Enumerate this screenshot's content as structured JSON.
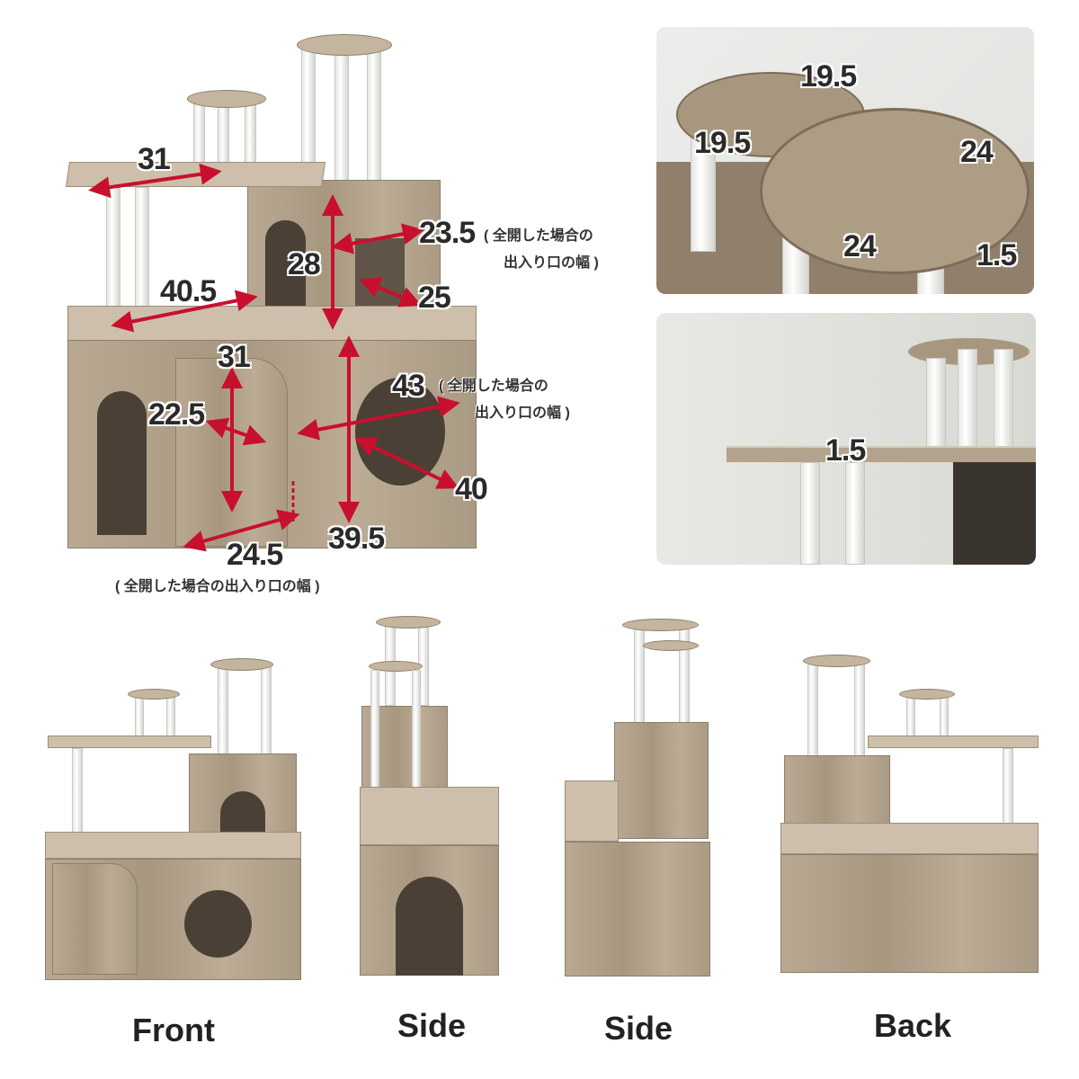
{
  "main_diagram": {
    "dims": {
      "shelf_width": "31",
      "base_depth": "40.5",
      "box_height": "28",
      "box_opening_width": "23.5",
      "box_opening_height": "25",
      "left_door_height": "31",
      "left_opening_width": "22.5",
      "right_door_height": "43",
      "right_hole": "40",
      "right_door_width": "39.5",
      "left_door_width": "24.5"
    },
    "note_full_open_1a": "( 全開した場合の",
    "note_full_open_1b": "出入り口の幅 )",
    "note_full_open_2a": "( 全開した場合の",
    "note_full_open_2b": "出入り口の幅 )",
    "note_full_open_3": "( 全開した場合の出入り口の幅 )"
  },
  "photo_top": {
    "small_w": "19.5",
    "small_d": "19.5",
    "large_w": "24",
    "large_d": "24",
    "thickness": "1.5"
  },
  "photo_shelf": {
    "thickness": "1.5"
  },
  "arrow_color": "#c8102e",
  "views": [
    {
      "label": "Front"
    },
    {
      "label": "Side"
    },
    {
      "label": "Side"
    },
    {
      "label": "Back"
    }
  ]
}
